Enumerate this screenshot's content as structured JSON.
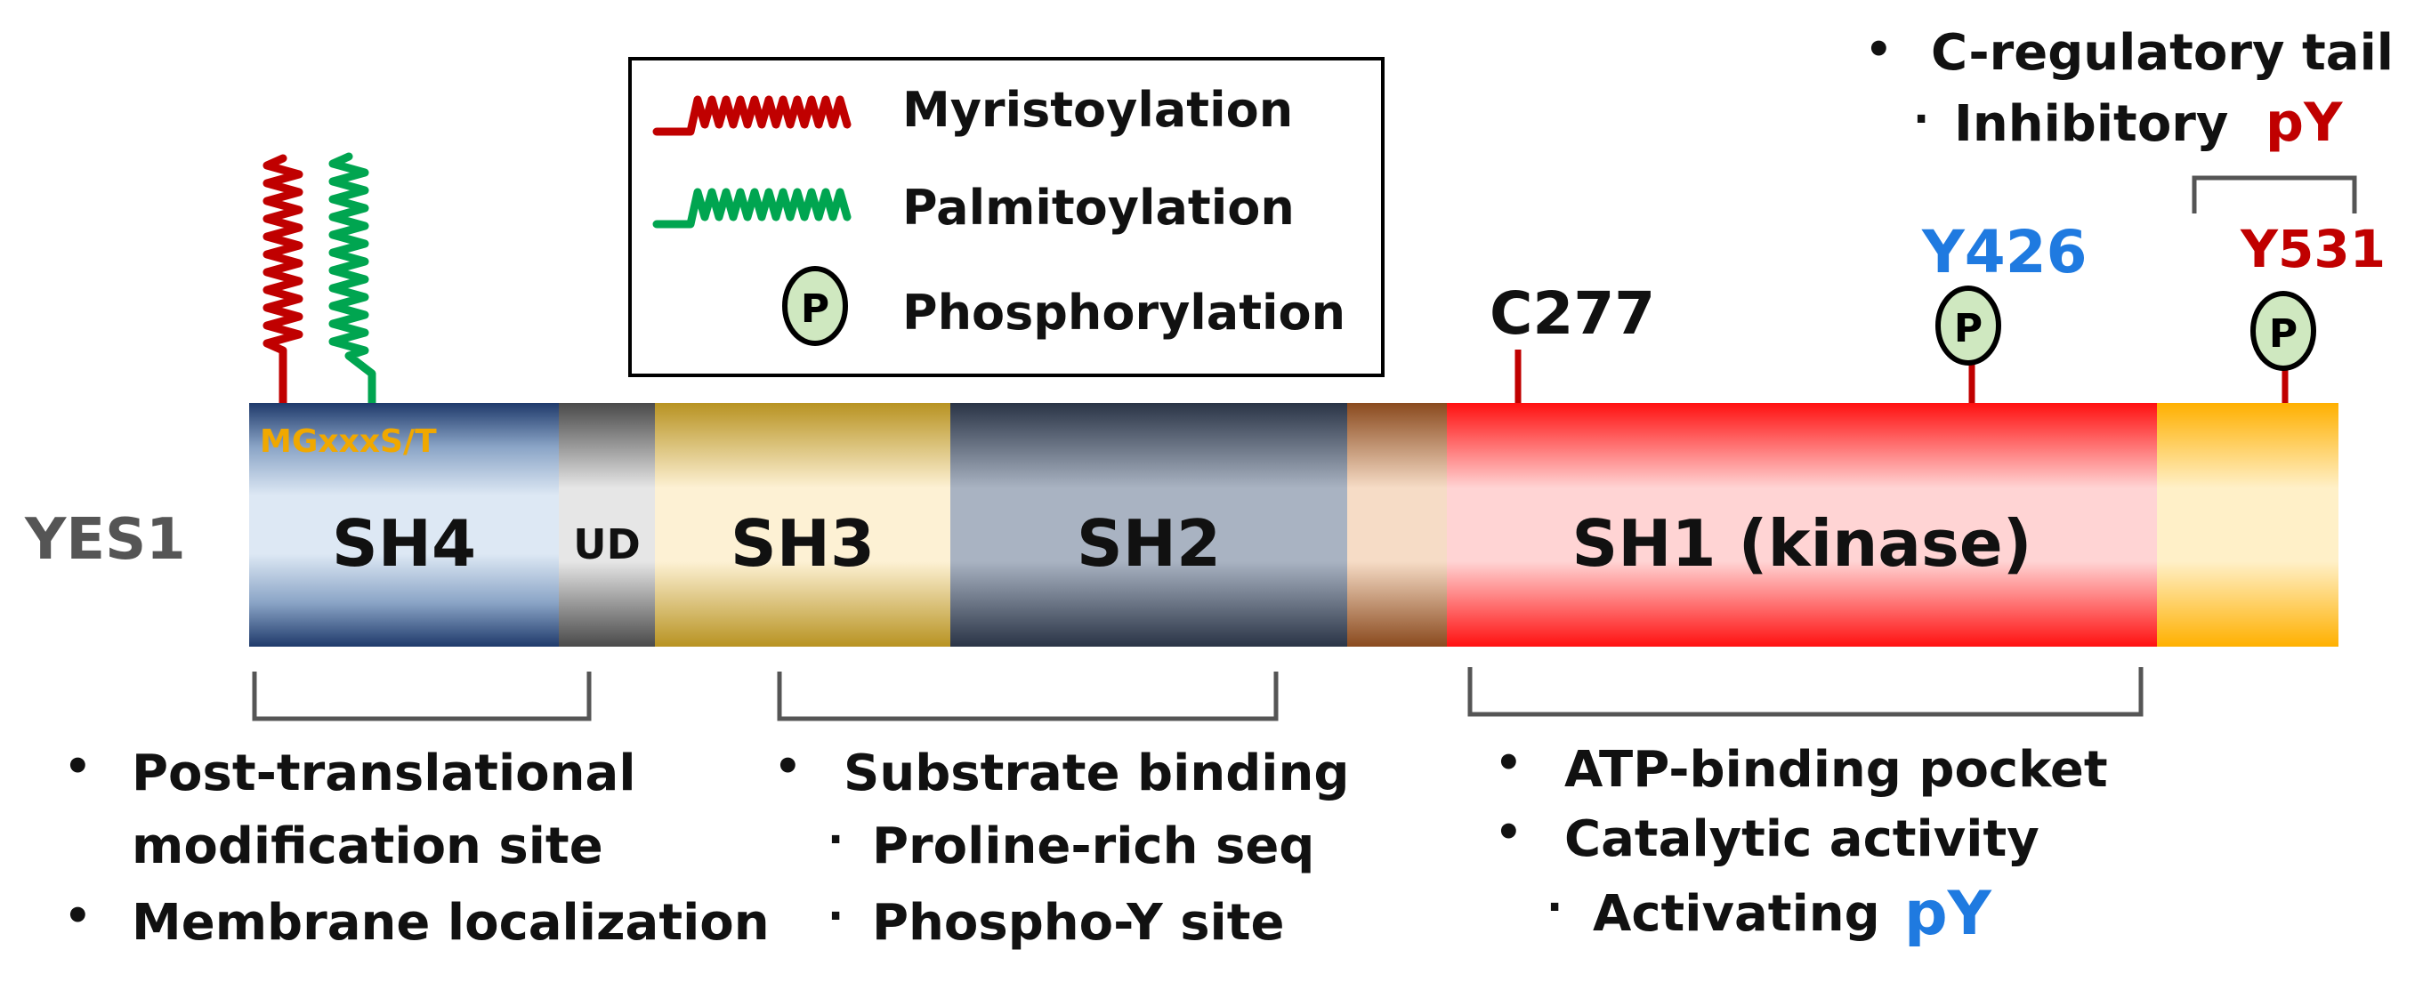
{
  "protein_name": "YES1",
  "legend": {
    "myristoylation": "Myristoylation",
    "palmitoylation": "Palmitoylation",
    "phosphorylation": "Phosphorylation",
    "p_symbol": "P"
  },
  "domains": {
    "sh4": "SH4",
    "motif": "MGxxxS/T",
    "ud": "UD",
    "sh3": "SH3",
    "sh2": "SH2",
    "sh1": "SH1 (kinase)"
  },
  "sites": {
    "c277": "C277",
    "y426": "Y426",
    "y531": "Y531"
  },
  "annotations": {
    "sh4": {
      "line1": "Post-translational",
      "line2": "modification site",
      "line3": "Membrane localization",
      "bullet": "•"
    },
    "sh3_sh2": {
      "line1": "Substrate binding",
      "line2": "Proline-rich seq",
      "line3": "Phospho-Y site",
      "bullet": "•",
      "sub_bullet": "·"
    },
    "sh1": {
      "line1": "ATP-binding pocket",
      "line2": "Catalytic activity",
      "line3_prefix": "Activating",
      "line3_py": "pY",
      "bullet": "•",
      "sub_bullet": "·"
    },
    "tail": {
      "line1": "C-regulatory tail",
      "line2_prefix": "Inhibitory",
      "line2_py": "pY",
      "bullet": "•",
      "sub_bullet": "·"
    }
  },
  "colors": {
    "myristoylation": "#c00000",
    "palmitoylation": "#00a550",
    "activating": "#1f7ae0",
    "inhibitory": "#c00000",
    "motif": "#f0a800",
    "phospho_fill": "#cfe8c0"
  }
}
